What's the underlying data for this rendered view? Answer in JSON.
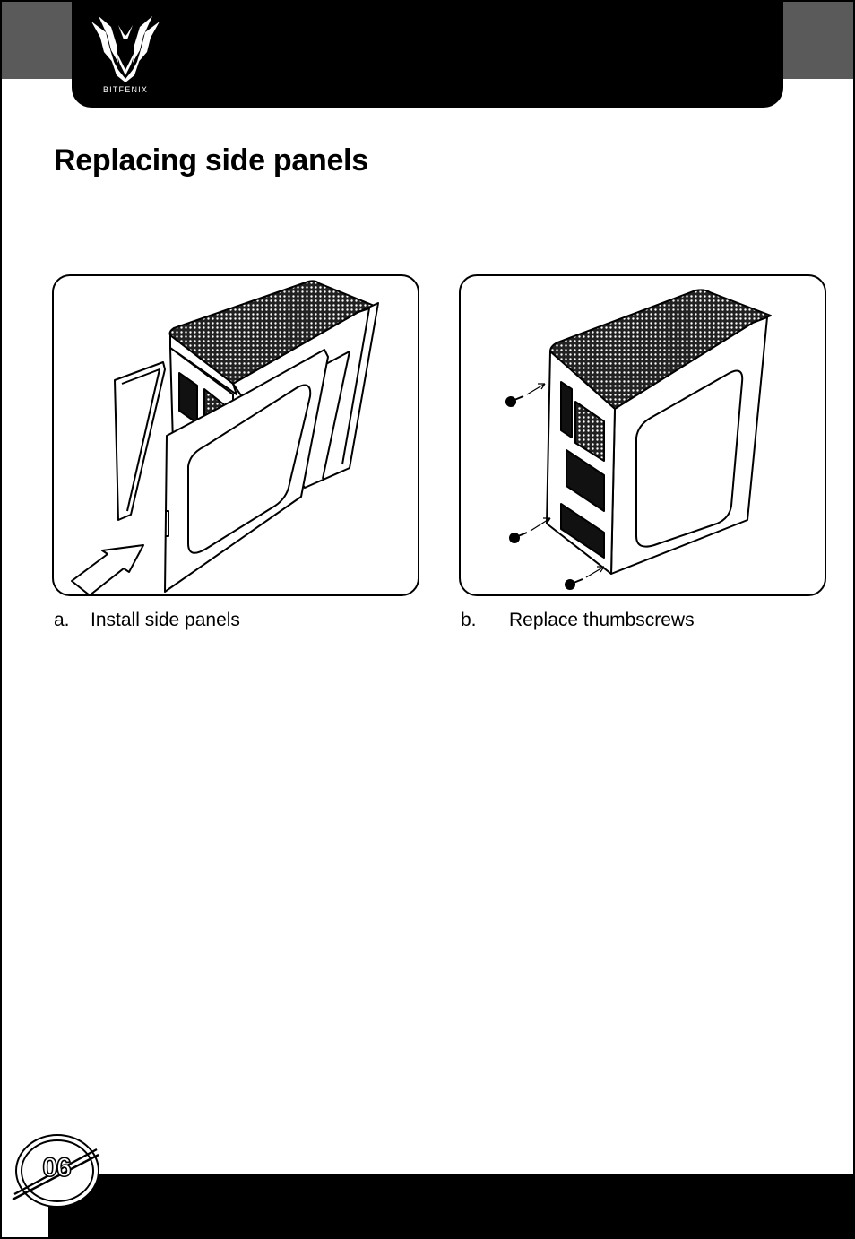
{
  "header": {
    "logo_icon": "bitfenix-phoenix-logo",
    "logo_text": "BITFENIX"
  },
  "title": "Replacing side panels",
  "figures": [
    {
      "marker": "a.",
      "caption": "Install side panels",
      "image": "case-side-panel-install-illustration"
    },
    {
      "marker": "b.",
      "caption": "Replace thumbscrews",
      "image": "case-thumbscrews-illustration"
    }
  ],
  "footer": {
    "page_number": "06"
  },
  "colors": {
    "bar": "#000000",
    "corner": "#5a5a5a",
    "background": "#ffffff"
  }
}
